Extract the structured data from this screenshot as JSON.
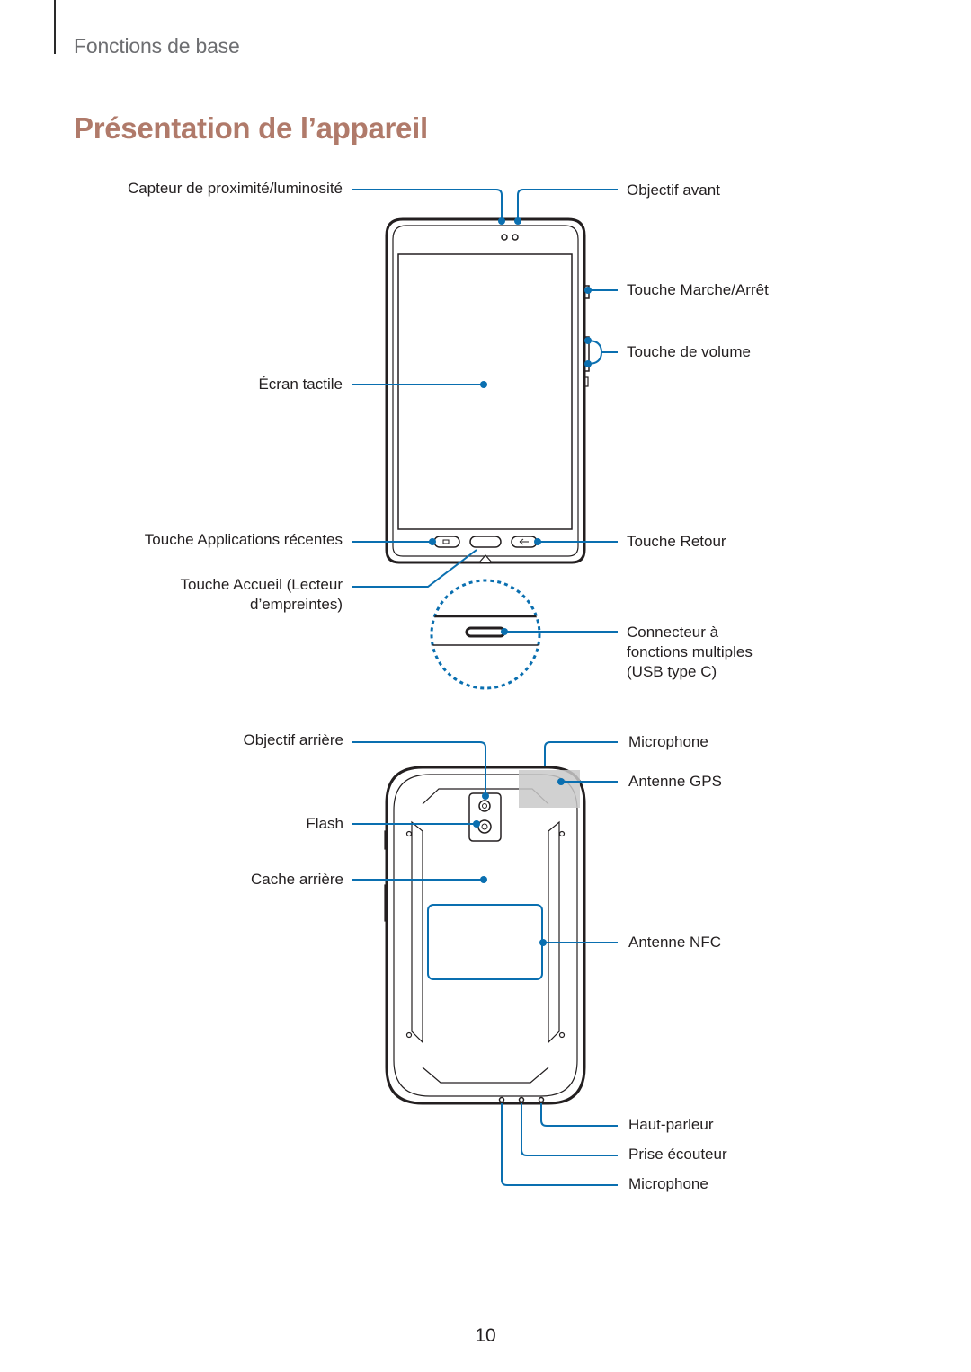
{
  "header": {
    "section": "Fonctions de base",
    "title": "Présentation de l’appareil"
  },
  "front_labels": {
    "proximity_sensor": "Capteur de proximité/luminosité",
    "front_camera": "Objectif avant",
    "power_key": "Touche Marche/Arrêt",
    "volume_key": "Touche de volume",
    "touchscreen": "Écran tactile",
    "recent_apps_key": "Touche Applications récentes",
    "back_key": "Touche Retour",
    "home_key": [
      "Touche Accueil (Lecteur",
      "d’empreintes)"
    ],
    "usb_connector": [
      "Connecteur à",
      "fonctions multiples",
      "(USB type C)"
    ]
  },
  "back_labels": {
    "rear_camera": "Objectif arrière",
    "microphone_top": "Microphone",
    "gps_antenna": "Antenne GPS",
    "flash": "Flash",
    "back_cover": "Cache arrière",
    "nfc_antenna": "Antenne NFC",
    "speaker": "Haut-parleur",
    "earphone_jack": "Prise écouteur",
    "microphone_bottom": "Microphone"
  },
  "colors": {
    "accent_line": "#0a6fb0",
    "title": "#b07a6a",
    "device_outline": "#231f20"
  },
  "footer": {
    "page_number": "10"
  }
}
